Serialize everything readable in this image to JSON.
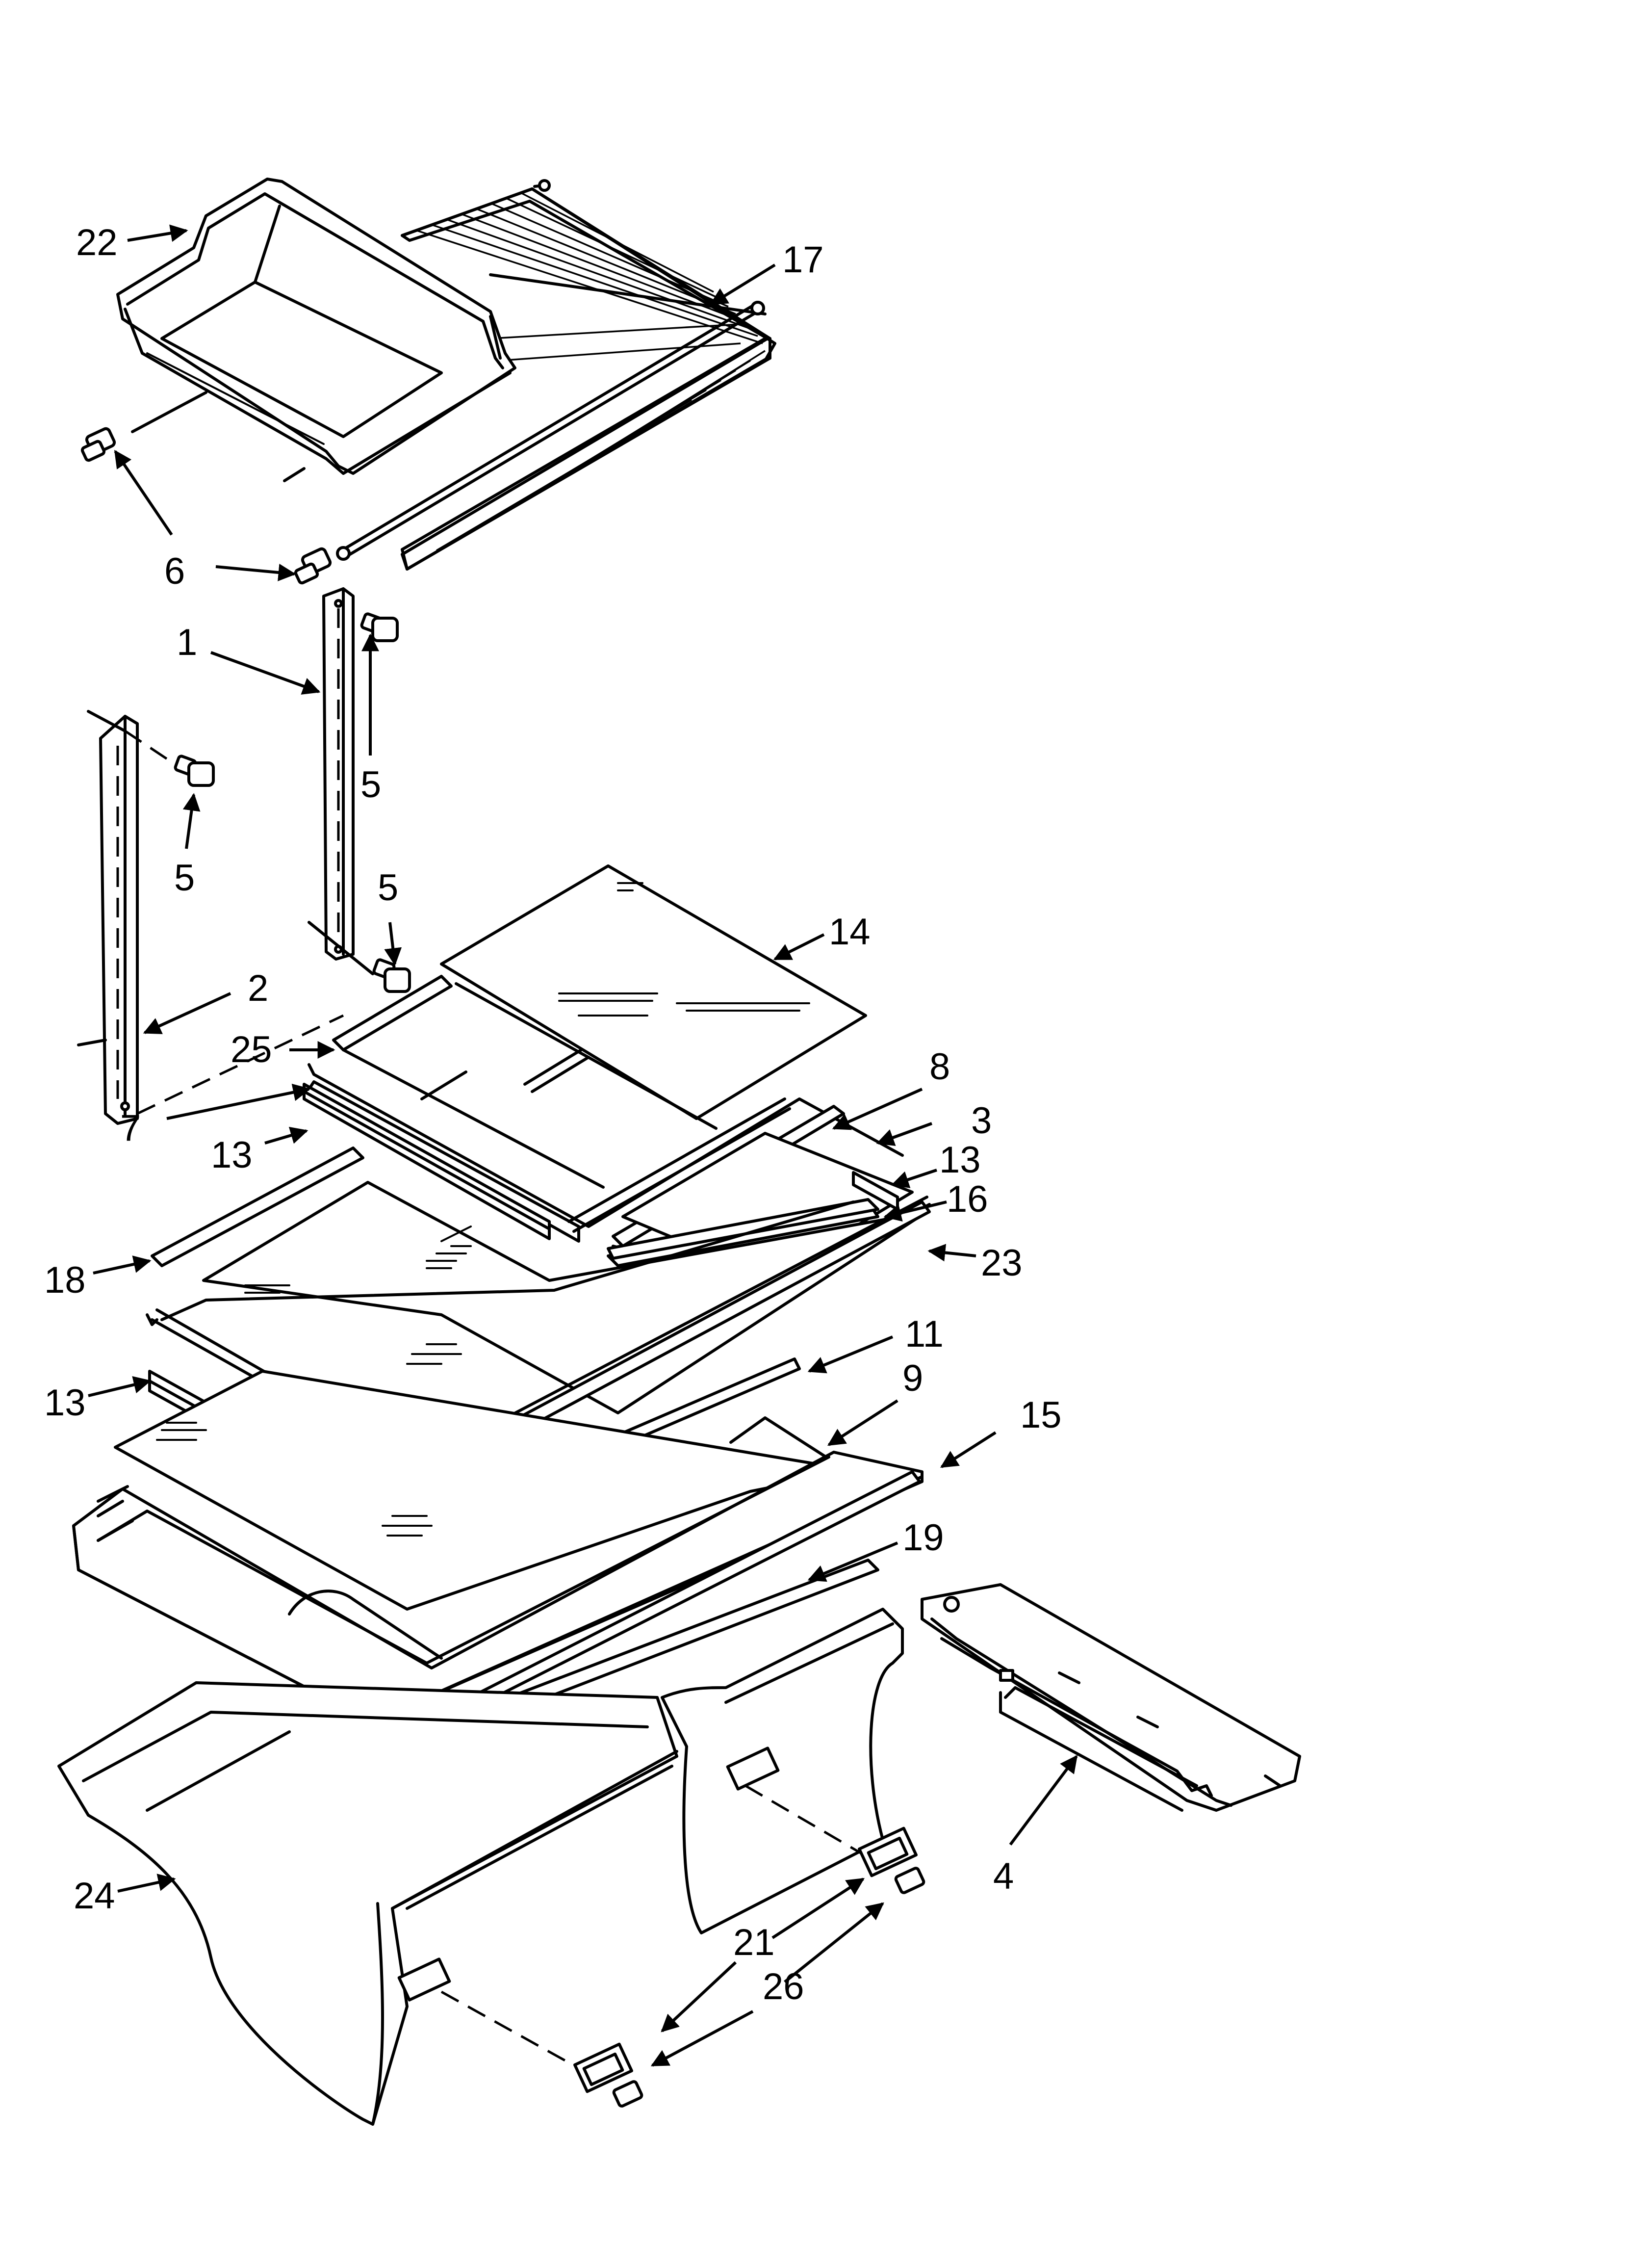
{
  "callouts": [
    {
      "id": "22",
      "label": "22"
    },
    {
      "id": "17",
      "label": "17"
    },
    {
      "id": "6",
      "label": "6"
    },
    {
      "id": "1",
      "label": "1"
    },
    {
      "id": "5a",
      "label": "5"
    },
    {
      "id": "5b",
      "label": "5"
    },
    {
      "id": "5c",
      "label": "5"
    },
    {
      "id": "14",
      "label": "14"
    },
    {
      "id": "2",
      "label": "2"
    },
    {
      "id": "25",
      "label": "25"
    },
    {
      "id": "7",
      "label": "7"
    },
    {
      "id": "8",
      "label": "8"
    },
    {
      "id": "3",
      "label": "3"
    },
    {
      "id": "13a",
      "label": "13"
    },
    {
      "id": "13b",
      "label": "13"
    },
    {
      "id": "16",
      "label": "16"
    },
    {
      "id": "18",
      "label": "18"
    },
    {
      "id": "23",
      "label": "23"
    },
    {
      "id": "11",
      "label": "11"
    },
    {
      "id": "9",
      "label": "9"
    },
    {
      "id": "13c",
      "label": "13"
    },
    {
      "id": "15",
      "label": "15"
    },
    {
      "id": "19",
      "label": "19"
    },
    {
      "id": "4",
      "label": "4"
    },
    {
      "id": "24",
      "label": "24"
    },
    {
      "id": "21",
      "label": "21"
    },
    {
      "id": "26",
      "label": "26"
    }
  ],
  "colors": {
    "ink": "#000000",
    "paper": "#ffffff"
  }
}
